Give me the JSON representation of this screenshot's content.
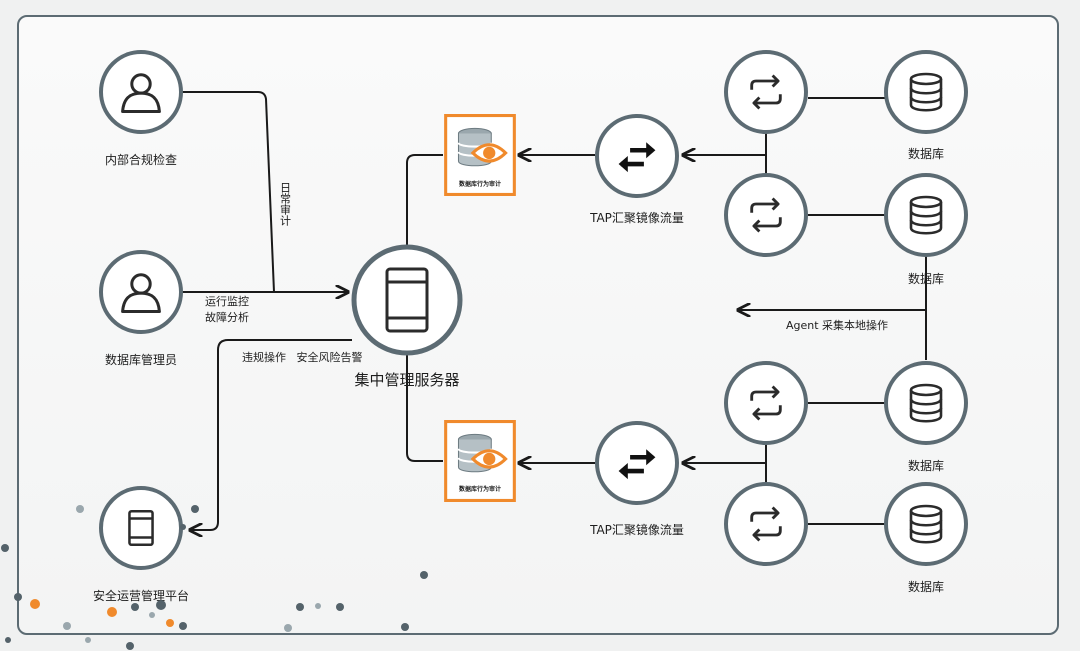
{
  "nodes": {
    "compliance_label": "内部合规检查",
    "dba_label": "数据库管理员",
    "soc_label": "安全运营管理平台",
    "central_label": "集中管理服务器",
    "audit_device_label": "数据库行为审计",
    "tap_label": "TAP汇聚镜像流量",
    "database_label": "数据库"
  },
  "edges": {
    "daily_audit": "日常审计",
    "ops_monitor": "运行监控",
    "fault_analysis": "故障分析",
    "alerts": "违规操作   安全风险告警",
    "agent": "Agent 采集本地操作"
  },
  "icons": {
    "person": "person-icon",
    "server": "server-icon",
    "database": "database-icon",
    "tap": "swap-arrows-icon",
    "repeat": "repeat-icon",
    "audit": "database-eye-icon"
  },
  "colors": {
    "line": "#1a1a1a",
    "circle_border": "#5c6b73",
    "orange": "#f08a2c",
    "dark_icon": "#2b2b2b"
  }
}
